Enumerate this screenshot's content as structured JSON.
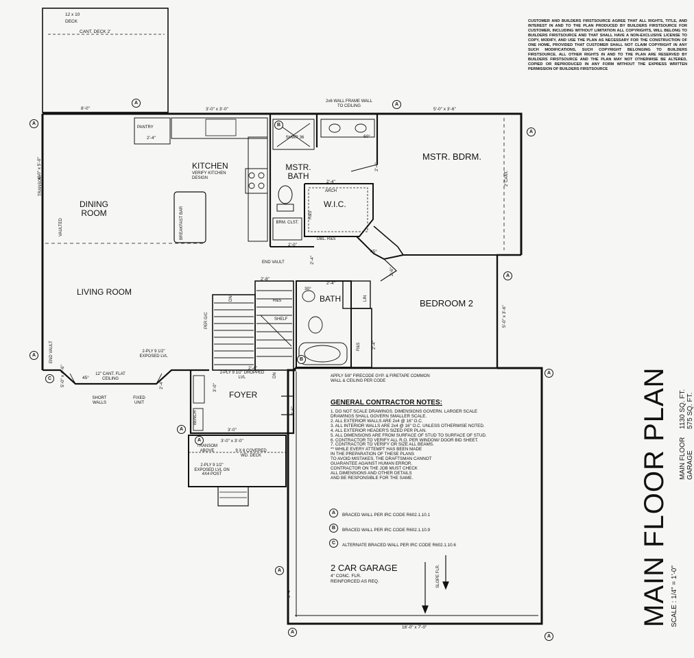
{
  "title": "MAIN FLOOR PLAN",
  "scale": "SCALE : 1/4\" = 1'-0\"",
  "areas": [
    {
      "label": "MAIN FLOOR",
      "value": "1130 SQ. FT."
    },
    {
      "label": "GARAGE",
      "value": "575 SQ. FT."
    }
  ],
  "copyright": "CUSTOMER AND BUILDERS FIRSTSOURCE AGREE THAT ALL RIGHTS, TITLE, AND INTEREST IN AND TO THE PLAN PRODUCED BY BUILDERS FIRSTSOURCE FOR CUSTOMER, INCLUDING WITHOUT LIMITATION ALL COPYRIGHTS, WILL BELONG TO BUILDERS FIRSTSOURCE AND THAT SHALL HAVE A NON-EXCLUSIVE LICENSE TO COPY, MODIFY, AND USE THE PLAN AS NECESSARY FOR THE CONSTRUCTION OF ONE HOME, PROVIDED THAT CUSTOMER SHALL NOT CLAIM COPYRIGHT IN ANY SUCH MODIFICATIONS, SUCH COPYRIGHT BELONGING TO BUILDERS FIRSTSOURCE. ALL OTHER RIGHTS IN AND TO THE PLAN ARE RESERVED BY BUILDERS FIRSTSOURCE AND THE PLAN MAY NOT OTHERWISE BE ALTERED, COPIED OR REPRODUCED IN ANY FORM WITHOUT THE EXPRESS WRITTEN PERMISSION OF BUILDERS FIRSTSOURCE",
  "rooms": {
    "kitchen": "KITCHEN",
    "kitchen_note": "VERIFY KITCHEN DESIGN",
    "dining": "DINING ROOM",
    "living": "LIVING ROOM",
    "master_bath": "MSTR. BATH",
    "master_bedroom": "MSTR. BDRM.",
    "wic": "W.I.C.",
    "bath": "BATH",
    "bedroom2": "BEDROOM 2",
    "foyer": "FOYER",
    "garage": "2 CAR GARAGE",
    "garage_note1": "4\" CONC. FLR.",
    "garage_note2": "REINFORCED AS REQ."
  },
  "labels": {
    "deck_size": "12 x 10",
    "deck": "DECK",
    "deck_cant": "CANT. DECK 2'",
    "pantry": "PANTRY",
    "breakfast_bar": "BREAKFAST BAR",
    "transom": "TRANSOM",
    "vaulted": "VAULTED",
    "end_vault_left": "END VAULT",
    "end_vault_mid": "END VAULT",
    "frame_wall": "2x6 WALL FRAME WALL TO CEILING",
    "shower": "SHWR 36",
    "brm_clst": "BRM. CLST.",
    "arch": "ARCH",
    "dbl_rs": "DBL. R&S",
    "rs": "R&S",
    "shelf": "SHELF",
    "lin": "LIN",
    "per_gc": "PER G/C",
    "dn": "DN",
    "exposed_lvl": "2-PLY 9 1/2\" EXPOSED LVL",
    "dropped_lvl": "2-PLY 9 1/2\" DROPPED LVL",
    "cant_flat": "12\" CANT. FLAT CEILING",
    "short_walls": "SHORT WALLS",
    "fixed_unit": "FIXED UNIT",
    "bench": "BENCH",
    "transom_above": "TRANSOM ABOVE",
    "covered_deck": "9 X 6 COVERED WD. DECK",
    "exposed_post": "2-PLY 9 1/2\" EXPOSED LVL ON 4X4 POST",
    "slope": "SLOPE FLR.",
    "firecode": "APPLY 5/8\" FIRECODE GYP. & FIRETAPE COMMON WALL & CEILING PER CODE",
    "cant_right": "2' CANT.",
    "deg45": "45°",
    "deg45b": "45°",
    "deg60": "60°",
    "deg30": "30°"
  },
  "dimensions": {
    "d1": "8'-0\"",
    "d2": "3'-0\" x 3'-0\"",
    "d3": "5'-0\" x 3'-6\"",
    "d4": "2'-4\"",
    "d5": "4'-0\" x 5'-0\"",
    "d6": "2'-4\"",
    "d7": "2'-4\"",
    "d8": "2'-0\"",
    "d9": "2'-4\"",
    "d10": "2'-6\"",
    "d11": "5'-0\" x 3'-6\"",
    "d12": "5'-0\" x 4'-6\"",
    "d13": "2'-8\"",
    "d14": "2'-4\"",
    "d15": "2'-4\"",
    "d16": "3'-0\" x 3'-0\"",
    "d17": "3'-0\"",
    "d18": "2'-6\"",
    "d19": "16'-0\" x 7'-0\"",
    "d20": "2'-4\"",
    "d21": "2'-4\"",
    "d22": "3'-0\"",
    "d23": "2'-4\""
  },
  "notes_title": "GENERAL CONTRACTOR NOTES:",
  "notes": [
    "1. DO NOT SCALE DRAWINGS. DIMENSIONS GOVERN. LARGER SCALE",
    "   DRAWINGS SHALL GOVERN SMALLER SCALE.",
    "2. ALL EXTERIOR WALLS ARE 2x4 @ 16\" O.C.",
    "3. ALL INTERIOR WALLS ARE 2x4 @ 16\" O.C. UNLESS OTHERWISE NOTED.",
    "4. ALL EXTERIOR HEADER'S SIZED PER PLAN.",
    "5. ALL DIMENSIONS ARE FROM SURFACE OF STUD TO SURFACE OF STUD.",
    "6. CONTRACTOR TO VERIFY ALL R.O. PER WINDOW/ DOOR BID SHEET.",
    "7. CONTRACTOR TO VERIFY OR SIZE ALL BEAMS.",
    "** WHILE EVERY ATTEMPT HAS BEEN MADE",
    "   IN THE PREPARATION OF THESE PLANS",
    "   TO AVOID MISTAKES, THE DRAFTSMAN CANNOT",
    "   GUARANTEE AGAINST HUMAN ERROR.",
    "   CONTRACTOR ON THE JOB MUST CHECK",
    "   ALL DIMENSIONS AND OTHER DETAILS",
    "   AND BE RESPONSIBLE FOR THE SAME."
  ],
  "legend": [
    {
      "mark": "A",
      "text": "BRACED WALL PER IRC CODE R602.1.10.1"
    },
    {
      "mark": "B",
      "text": "BRACED WALL PER IRC CODE R602.1.10.9"
    },
    {
      "mark": "C",
      "text": "ALTERNATE BRACED WALL PER IRC CODE R602.1.10.6"
    }
  ],
  "wall_marks": {
    "a": "A",
    "b": "B",
    "c": "C"
  }
}
